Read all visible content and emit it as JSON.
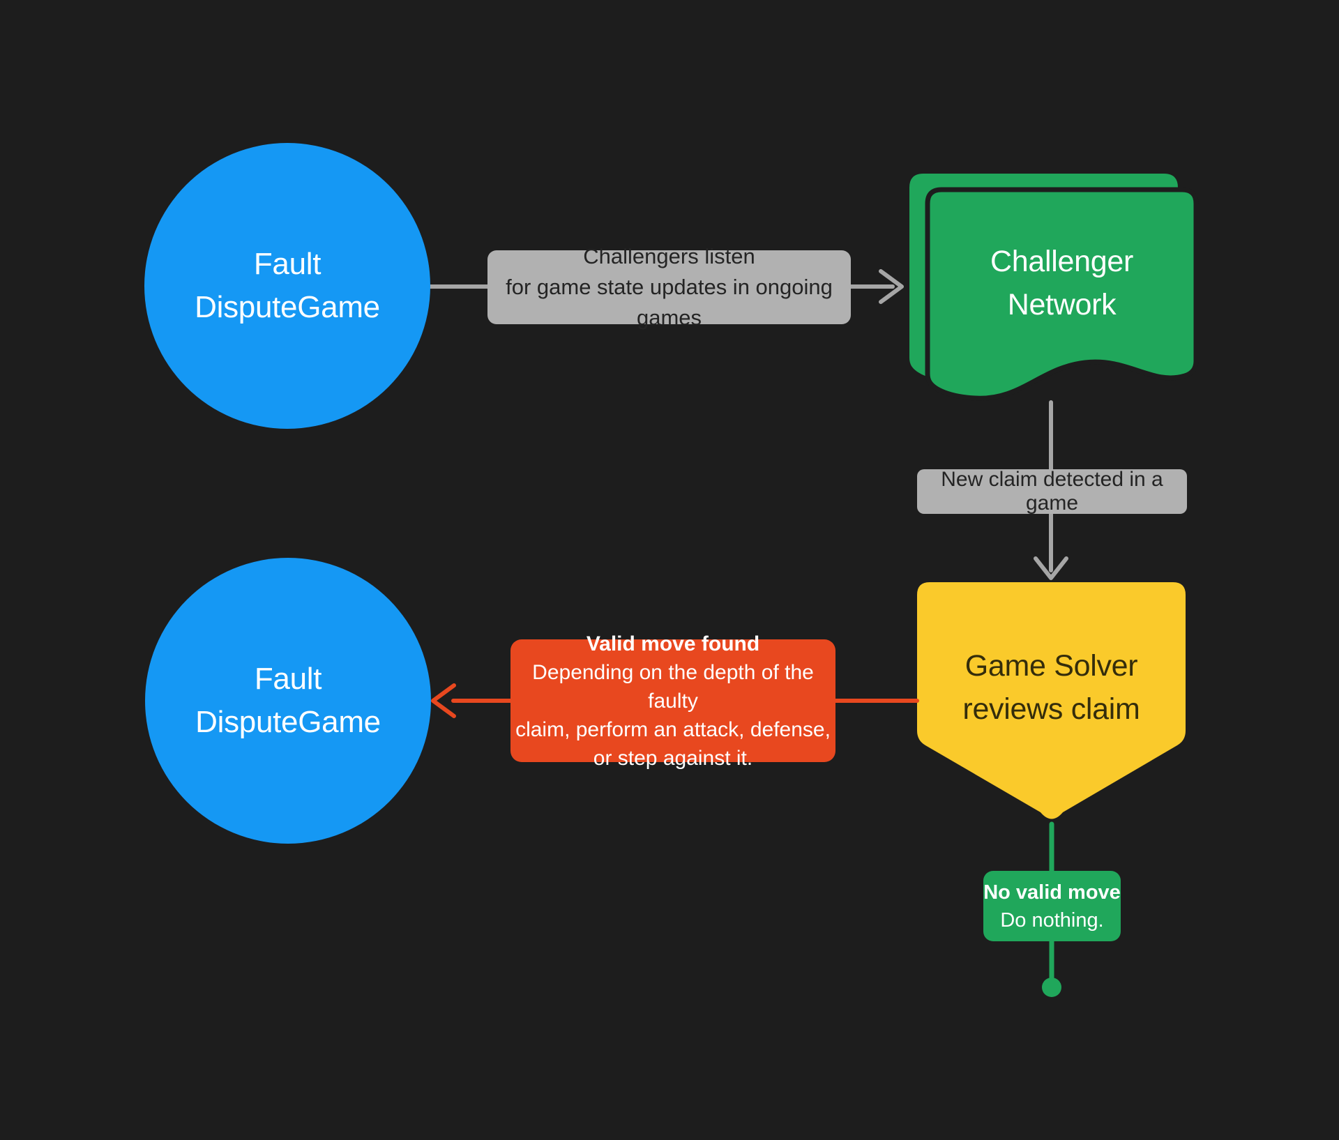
{
  "canvas": {
    "background": "#1D1D1D"
  },
  "colors": {
    "canvas_bg": "#1D1D1D",
    "blue": "#1598F4",
    "green": "#20A75B",
    "yellow": "#FACA2B",
    "red": "#E8481F",
    "gray_fill": "#B1B1B1",
    "gray_arrow": "#A6A6A6",
    "dark_text": "#242424",
    "pentagon_text": "#342D0B",
    "white_text": "#FFFFFF"
  },
  "nodes": {
    "fault_top": {
      "line1": "Fault",
      "line2": "DisputeGame"
    },
    "challenger_network": {
      "line1": "Challenger",
      "line2": "Network"
    },
    "game_solver": {
      "line1": "Game Solver",
      "line2": "reviews claim"
    },
    "fault_bottom": {
      "line1": "Fault",
      "line2": "DisputeGame"
    }
  },
  "edge_labels": {
    "challengers_listen": {
      "line1": "Challengers listen",
      "line2": "for game state updates in ongoing games"
    },
    "new_claim": {
      "text": "New claim detected in a game"
    },
    "valid_move": {
      "title": "Valid move found",
      "line1": "Depending on the depth of the faulty",
      "line2": "claim, perform an attack, defense,",
      "line3": "or step against it."
    },
    "no_valid_move": {
      "title": "No valid move",
      "body": "Do nothing."
    }
  }
}
